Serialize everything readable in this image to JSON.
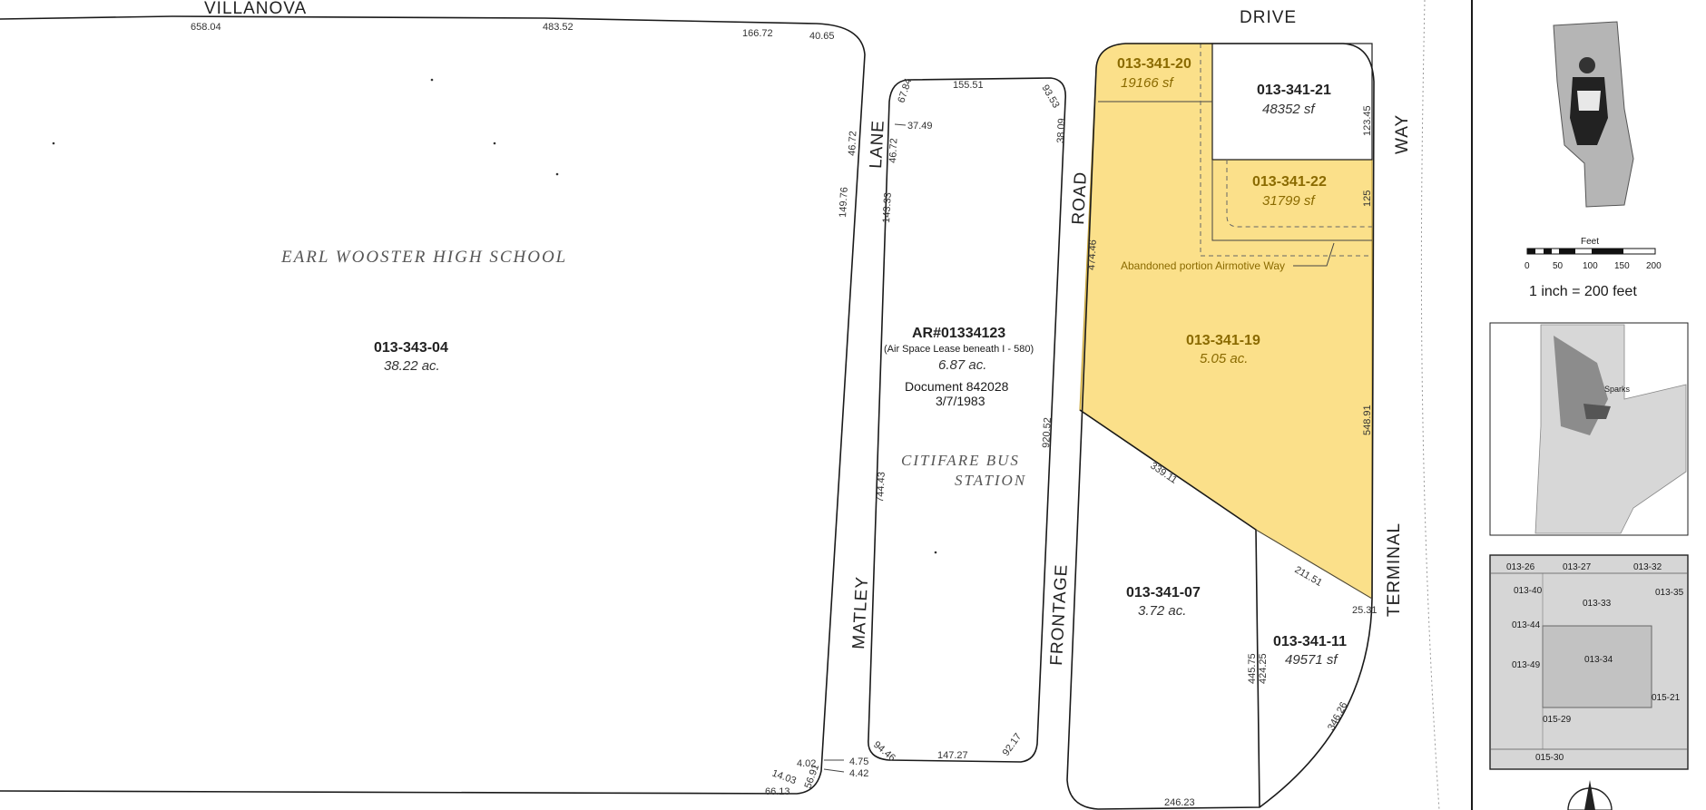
{
  "colors": {
    "highlight_parcel": "#fbe08a",
    "highlight_text": "#8a6a00",
    "line": "#1a1a1a",
    "background": "#ffffff"
  },
  "roads": {
    "villanova": "VILLANOVA",
    "drive": "DRIVE",
    "way": "WAY",
    "lane": "LANE",
    "matley": "MATLEY",
    "road": "ROAD",
    "frontage": "FRONTAGE",
    "terminal": "TERMINAL"
  },
  "parcels": {
    "school_name": "EARL  WOOSTER   HIGH  SCHOOL",
    "school_id": "013-343-04",
    "school_area": "38.22 ac.",
    "ar_id": "AR#01334123",
    "ar_note": "(Air Space Lease beneath I - 580)",
    "ar_area": "6.87 ac.",
    "ar_doc": "Document 842028",
    "ar_date": "3/7/1983",
    "bus_line1": "CITIFARE  BUS",
    "bus_line2": "STATION",
    "p20_id": "013-341-20",
    "p20_area": "19166 sf",
    "p21_id": "013-341-21",
    "p21_area": "48352 sf",
    "p22_id": "013-341-22",
    "p22_area": "31799 sf",
    "p19_id": "013-341-19",
    "p19_area": "5.05 ac.",
    "p07_id": "013-341-07",
    "p07_area": "3.72 ac.",
    "p11_id": "013-341-11",
    "p11_area": "49571 sf",
    "abandoned_note": "Abandoned portion Airmotive Way"
  },
  "dimensions": {
    "d_658_04": "658.04",
    "d_483_52": "483.52",
    "d_166_72": "166.72",
    "d_40_65": "40.65",
    "d_46_72a": "46.72",
    "d_149_76": "149.76",
    "d_67_84": "67.84",
    "d_155_51": "155.51",
    "d_93_53": "93.53",
    "d_37_49": "37.49",
    "d_46_72b": "46.72",
    "d_38_09": "38.09",
    "d_143_33": "143.33",
    "d_920_52": "920.52",
    "d_744_43": "744.43",
    "d_94_46": "94.46",
    "d_147_27": "147.27",
    "d_92_17": "92.17",
    "d_4_02": "4.02",
    "d_4_75": "4.75",
    "d_4_42": "4.42",
    "d_14_03": "14.03",
    "d_56_91": "56.91",
    "d_66_13": "66.13",
    "d_474_46": "474.46",
    "d_123_45": "123.45",
    "d_125": "125",
    "d_548_91": "548.91",
    "d_339_11": "339.11",
    "d_211_51": "211.51",
    "d_25_31": "25.31",
    "d_445_75": "445.75",
    "d_424_25": "424.25",
    "d_346_26": "346.26",
    "d_246_23": "246.23"
  },
  "legend": {
    "scale_unit": "Feet",
    "tick_0": "0",
    "tick_50": "50",
    "tick_100": "100",
    "tick_150": "150",
    "tick_200": "200",
    "scale_text": "1 inch = 200 feet",
    "sparks_label": "Sparks",
    "inset_labels": {
      "a": "013-26",
      "b": "013-27",
      "c": "013-32",
      "d": "013-40",
      "e": "013-35",
      "f": "013-33",
      "g": "013-44",
      "h": "013-49",
      "i": "013-34",
      "j": "015-21",
      "k": "015-29",
      "l": "015-30"
    }
  }
}
